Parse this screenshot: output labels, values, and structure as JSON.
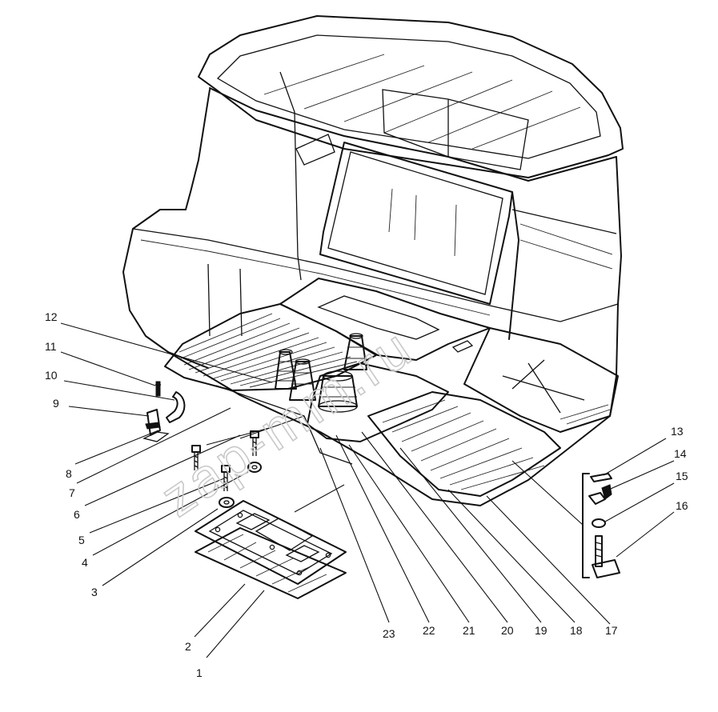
{
  "watermark": "zap-mm.ru",
  "callouts": [
    {
      "id": "c1",
      "text": "1"
    },
    {
      "id": "c2",
      "text": "2"
    },
    {
      "id": "c3",
      "text": "3"
    },
    {
      "id": "c4",
      "text": "4"
    },
    {
      "id": "c5",
      "text": "5"
    },
    {
      "id": "c6",
      "text": "6"
    },
    {
      "id": "c7",
      "text": "7"
    },
    {
      "id": "c8",
      "text": "8"
    },
    {
      "id": "c9",
      "text": "9"
    },
    {
      "id": "c10",
      "text": "10"
    },
    {
      "id": "c11",
      "text": "11"
    },
    {
      "id": "c12",
      "text": "12"
    },
    {
      "id": "c13",
      "text": "13"
    },
    {
      "id": "c14",
      "text": "14"
    },
    {
      "id": "c15",
      "text": "15"
    },
    {
      "id": "c16",
      "text": "16"
    },
    {
      "id": "c17",
      "text": "17"
    },
    {
      "id": "c18",
      "text": "18"
    },
    {
      "id": "c19",
      "text": "19"
    },
    {
      "id": "c20",
      "text": "20"
    },
    {
      "id": "c21",
      "text": "21"
    },
    {
      "id": "c22",
      "text": "22"
    },
    {
      "id": "c23",
      "text": "23"
    }
  ]
}
